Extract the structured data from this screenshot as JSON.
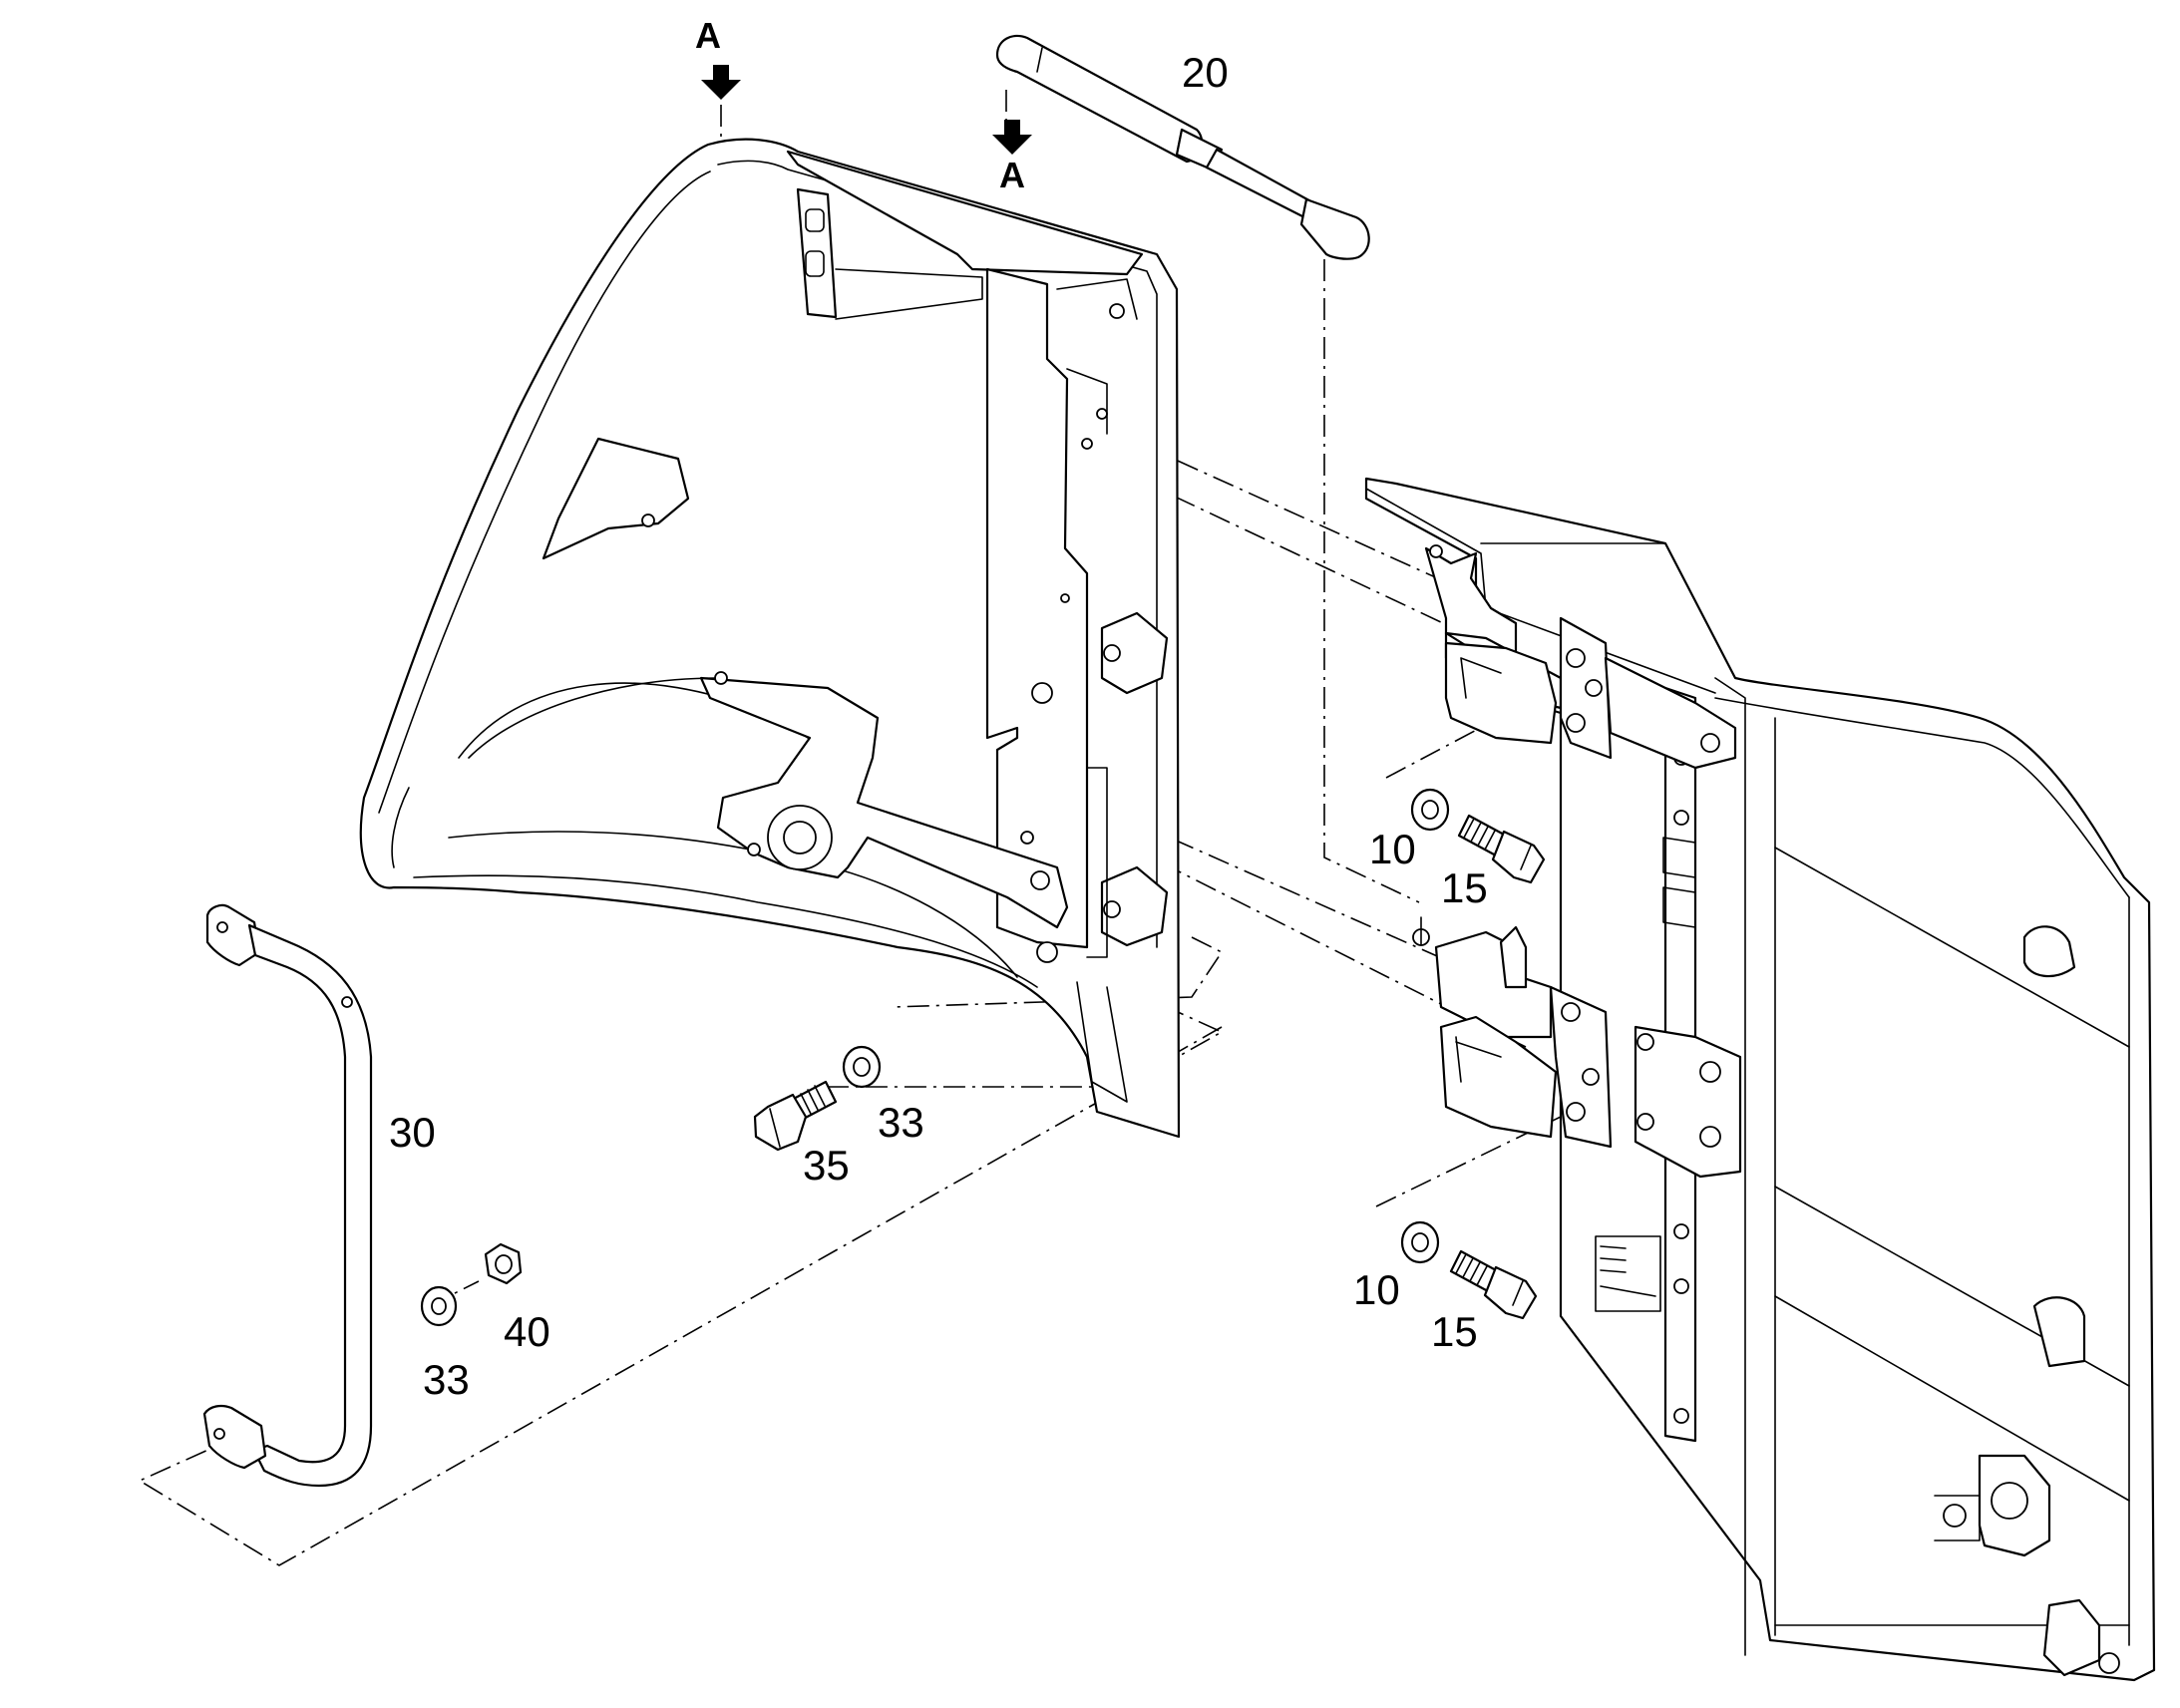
{
  "view_markers": [
    {
      "id": "view-a-left",
      "letter": "A"
    },
    {
      "id": "view-a-right",
      "letter": "A"
    }
  ],
  "callouts": {
    "gas_spring": "20",
    "washer_upper_hinge": "10",
    "bolt_upper_hinge": "15",
    "washer_lower_hinge": "10",
    "bolt_lower_hinge": "15",
    "washer_bracket": "33",
    "bolt_bracket": "35",
    "handle": "30",
    "washer_handle": "33",
    "nut_handle": "40"
  },
  "colors": {
    "line": "#000000",
    "background": "#ffffff"
  }
}
